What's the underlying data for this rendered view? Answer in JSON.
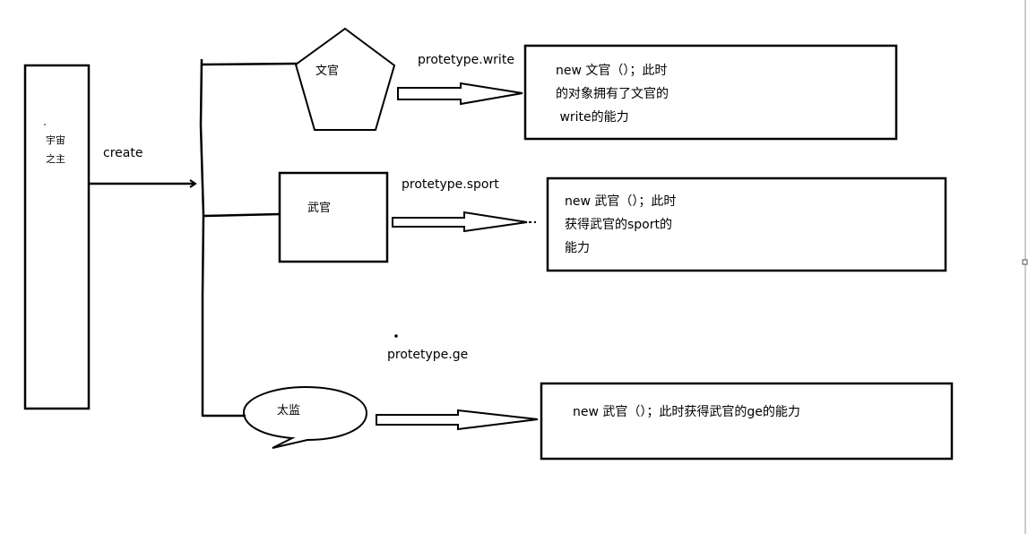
{
  "nodes": {
    "root": {
      "label_line1": "宇宙",
      "label_line2": "之主"
    },
    "wenguan": {
      "label": "文官"
    },
    "wuguan": {
      "label": "武官"
    },
    "taijian": {
      "label": "太监"
    }
  },
  "edges": {
    "create": {
      "label": "create"
    },
    "write": {
      "label": "protetype.write"
    },
    "sport": {
      "label": "protetype.sport"
    },
    "ge": {
      "label": "protetype.ge"
    }
  },
  "boxes": {
    "write": {
      "lines": [
        "new 文官（）；此时",
        "的对象拥有了文官的",
        " write的能力"
      ]
    },
    "sport": {
      "lines": [
        "new 武官（）；此时",
        "获得武官的sport的",
        "能力"
      ]
    },
    "ge": {
      "lines": [
        "new 武官（）；此时获得武官的ge的能力"
      ]
    }
  }
}
